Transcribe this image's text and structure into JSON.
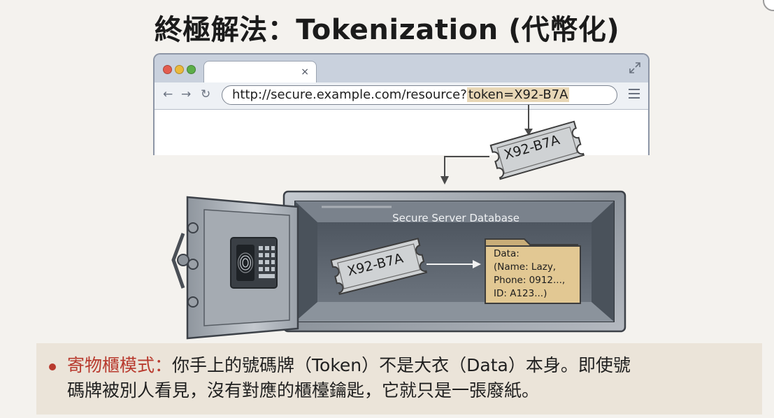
{
  "title": "終極解法：Tokenization (代幣化)",
  "browser": {
    "tab_close_glyph": "×",
    "url_prefix": "http://secure.example.com/resource?",
    "url_token": "token=X92-B7A",
    "nav_icons": [
      "back-arrow-icon",
      "forward-arrow-icon",
      "reload-icon",
      "menu-icon",
      "expand-icon"
    ]
  },
  "diagram": {
    "token_value": "X92-B7A",
    "vault_label": "Secure Server Database",
    "folder_lines": [
      "Data:",
      "(Name: Lazy,",
      "Phone: 0912...,",
      "ID: A123...)"
    ]
  },
  "caption": {
    "heading": "寄物櫃模式：",
    "line1": "你手上的號碼牌（Token）不是大衣（Data）本身。即使號",
    "line2": "碼牌被別人看見，沒有對應的櫃檯鑰匙，它就只是一張廢紙。"
  },
  "colors": {
    "accent_red": "#b83a2e",
    "token_highlight": "#e8d7b6",
    "caption_bg": "#ebe4d9",
    "vault_steel": "#7b828b",
    "folder": "#e2c893"
  }
}
